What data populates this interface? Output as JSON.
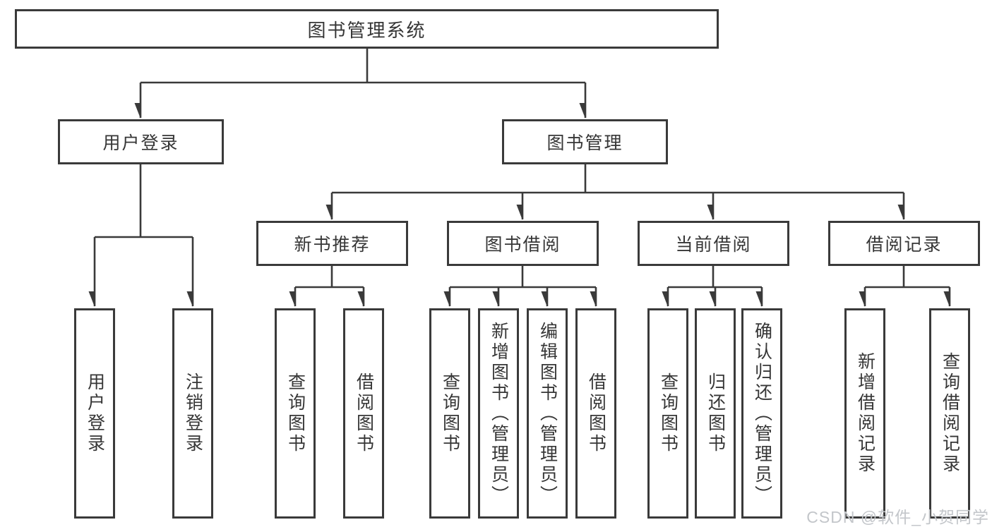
{
  "diagram": {
    "type": "hierarchy-tree",
    "title": "图书管理系统",
    "colors": {
      "box_border": "#3a3a3a",
      "connector_line": "#3a3a3a",
      "text": "#363636",
      "background": "#ffffff",
      "watermark_text": "#c3c6ca"
    },
    "nodes": {
      "root": "图书管理系统",
      "user_login_group": "用户登录",
      "book_mgmt": "图书管理",
      "new_book_rec": "新书推荐",
      "book_borrow": "图书借阅",
      "current_borrow": "当前借阅",
      "borrow_record": "借阅记录",
      "user_login": "用户登录",
      "logout": "注销登录",
      "nbr_query_book": "查询图书",
      "nbr_borrow_book": "借阅图书",
      "bb_query_book": "查询图书",
      "bb_add_book": "新增图书（管理员）",
      "bb_edit_book": "编辑图书（管理员）",
      "bb_borrow_book": "借阅图书",
      "cb_query_book": "查询图书",
      "cb_return_book": "归还图书",
      "cb_confirm_return": "确认归还（管理员）",
      "br_add_record": "新增借阅记录",
      "br_query_record": "查询借阅记录"
    },
    "edges": [
      [
        "root",
        "user_login_group"
      ],
      [
        "root",
        "book_mgmt"
      ],
      [
        "user_login_group",
        "user_login"
      ],
      [
        "user_login_group",
        "logout"
      ],
      [
        "book_mgmt",
        "new_book_rec"
      ],
      [
        "book_mgmt",
        "book_borrow"
      ],
      [
        "book_mgmt",
        "current_borrow"
      ],
      [
        "book_mgmt",
        "borrow_record"
      ],
      [
        "new_book_rec",
        "nbr_query_book"
      ],
      [
        "new_book_rec",
        "nbr_borrow_book"
      ],
      [
        "book_borrow",
        "bb_query_book"
      ],
      [
        "book_borrow",
        "bb_add_book"
      ],
      [
        "book_borrow",
        "bb_edit_book"
      ],
      [
        "book_borrow",
        "bb_borrow_book"
      ],
      [
        "current_borrow",
        "cb_query_book"
      ],
      [
        "current_borrow",
        "cb_return_book"
      ],
      [
        "current_borrow",
        "cb_confirm_return"
      ],
      [
        "borrow_record",
        "br_add_record"
      ],
      [
        "borrow_record",
        "br_query_record"
      ]
    ],
    "watermark": "CSDN @软件_小贺同学"
  }
}
